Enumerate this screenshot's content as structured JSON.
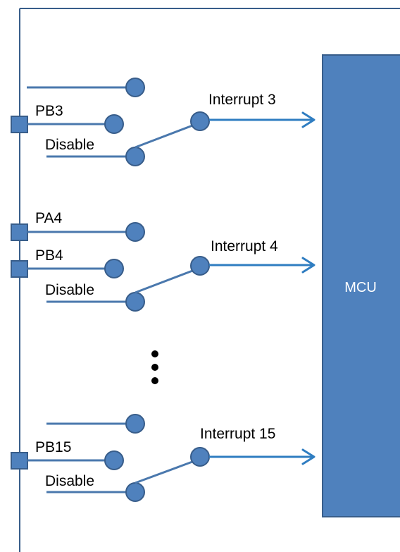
{
  "mcu": {
    "label": "MCU"
  },
  "groups": [
    {
      "id": "group-3",
      "pin_labels": [
        "PB3"
      ],
      "disable_label": "Disable",
      "interrupt_label": "Interrupt 3"
    },
    {
      "id": "group-4",
      "pin_labels": [
        "PA4",
        "PB4"
      ],
      "disable_label": "Disable",
      "interrupt_label": "Interrupt 4"
    },
    {
      "id": "group-15",
      "pin_labels": [
        "PB15"
      ],
      "disable_label": "Disable",
      "interrupt_label": "Interrupt 15"
    }
  ],
  "colors": {
    "mcu_fill": "#4f81bd",
    "node_fill": "#4f81bd",
    "wire": "#4a78ad",
    "arrow": "#2f7dc1"
  }
}
